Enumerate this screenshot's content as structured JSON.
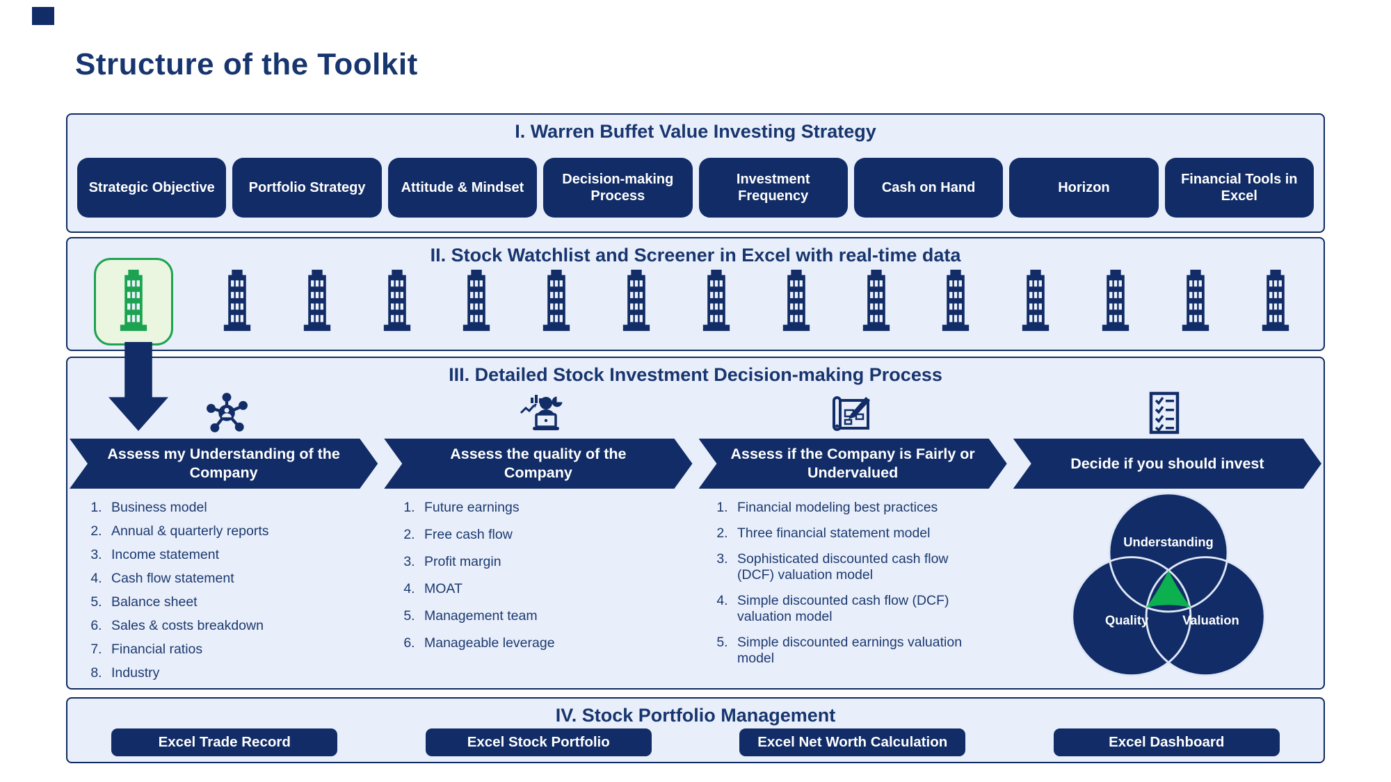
{
  "title": "Structure of the Toolkit",
  "colors": {
    "navy": "#112c66",
    "text_navy": "#17356e",
    "panel_bg": "#e9eefb",
    "green": "#1ca351",
    "green_bg": "#eaf6df",
    "venn_green": "#0cb04e"
  },
  "sections": {
    "strategy": {
      "title": "I. Warren Buffet Value Investing Strategy",
      "boxes": [
        "Strategic Objective",
        "Portfolio Strategy",
        "Attitude & Mindset",
        "Decision-making Process",
        "Investment Frequency",
        "Cash on Hand",
        "Horizon",
        "Financial Tools in Excel"
      ]
    },
    "watchlist": {
      "title": "II. Stock Watchlist and Screener in Excel with real-time data",
      "buildings": {
        "total": 15,
        "highlighted_index": 0,
        "highlight_color": "#1ca351",
        "default_color": "#112c66"
      }
    },
    "process": {
      "title": "III. Detailed Stock Investment Decision-making Process",
      "steps": [
        {
          "icon": "network-icon",
          "header": "Assess my Understanding of the Company",
          "items": [
            "Business model",
            "Annual & quarterly reports",
            "Income statement",
            "Cash flow statement",
            "Balance sheet",
            "Sales & costs breakdown",
            "Financial ratios",
            "Industry"
          ]
        },
        {
          "icon": "analyst-icon",
          "header": "Assess the quality of the Company",
          "items": [
            "Future earnings",
            "Free cash flow",
            "Profit margin",
            "MOAT",
            "Management team",
            "Manageable leverage"
          ]
        },
        {
          "icon": "blueprint-icon",
          "header": "Assess if the Company is Fairly or Undervalued",
          "items": [
            "Financial modeling best practices",
            "Three financial statement model",
            "Sophisticated discounted cash flow (DCF) valuation model",
            "Simple discounted cash flow (DCF) valuation model",
            "Simple discounted earnings valuation model"
          ]
        },
        {
          "icon": "checklist-icon",
          "header": "Decide if you should invest",
          "venn": {
            "top": "Understanding",
            "left": "Quality",
            "right": "Valuation"
          }
        }
      ]
    },
    "portfolio": {
      "title": "IV. Stock Portfolio Management",
      "buttons": [
        "Excel Trade Record",
        "Excel Stock Portfolio",
        "Excel Net Worth Calculation",
        "Excel Dashboard"
      ]
    }
  }
}
